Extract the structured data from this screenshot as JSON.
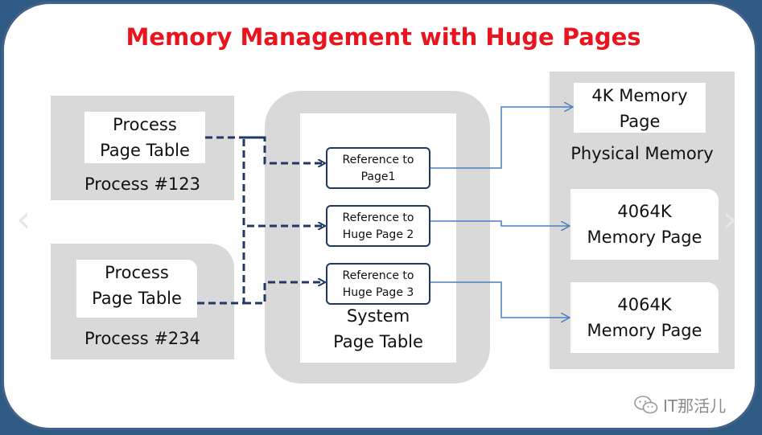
{
  "title": "Memory Management with Huge Pages",
  "process1": {
    "table_label": "Process\nPage Table",
    "name": "Process #123"
  },
  "process2": {
    "table_label": "Process\nPage Table",
    "name": "Process #234"
  },
  "system": {
    "label": "System\nPage Table",
    "refs": [
      "Reference to\nPage1",
      "Reference to\nHuge Page 2",
      "Reference to\nHuge Page 3"
    ]
  },
  "physical": {
    "label": "Physical Memory",
    "pages": [
      "4K Memory\nPage",
      "4064K\nMemory Page",
      "4064K\nMemory Page"
    ]
  },
  "watermark": "IT那活儿",
  "icons": {
    "nav_left": "chevron-left-icon",
    "nav_right": "chevron-right-icon",
    "watermark": "wechat-icon"
  },
  "colors": {
    "title": "#e8141e",
    "arrow_dark": "#1f3864",
    "arrow_light": "#4a7fc1",
    "panel": "#d9d9d9",
    "border": "#43628a"
  }
}
